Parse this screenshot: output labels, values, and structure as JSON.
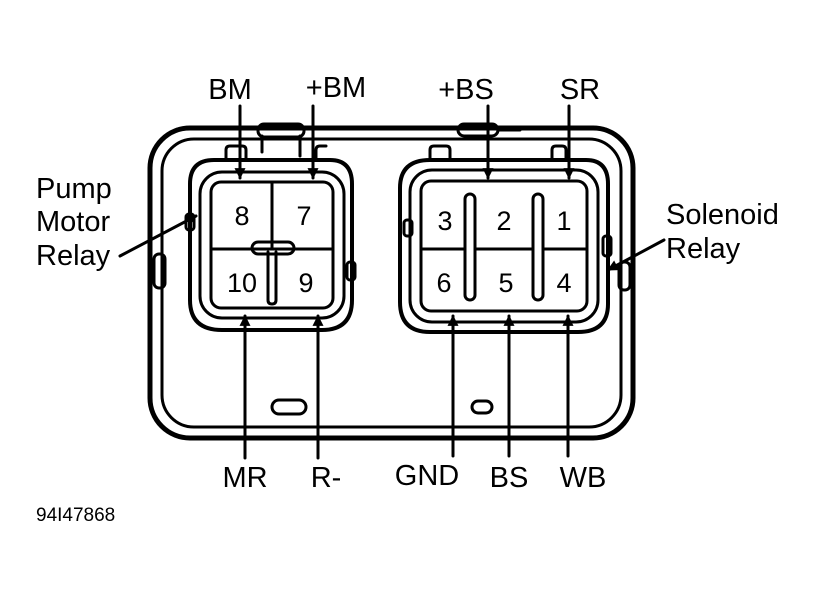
{
  "connectors": {
    "pump_motor_relay": {
      "name_lines": [
        "Pump",
        "Motor",
        "Relay"
      ],
      "pins": [
        "8",
        "7",
        "10",
        "9"
      ],
      "top_terminals": [
        "BM",
        "+BM"
      ],
      "bottom_terminals": [
        "MR",
        "R-"
      ]
    },
    "solenoid_relay": {
      "name_lines": [
        "Solenoid",
        "Relay"
      ],
      "pins": [
        "3",
        "2",
        "1",
        "6",
        "5",
        "4"
      ],
      "top_terminals": [
        "+BS",
        "SR"
      ],
      "bottom_terminals": [
        "GND",
        "BS",
        "WB"
      ]
    }
  },
  "figure_code": "94I47868"
}
